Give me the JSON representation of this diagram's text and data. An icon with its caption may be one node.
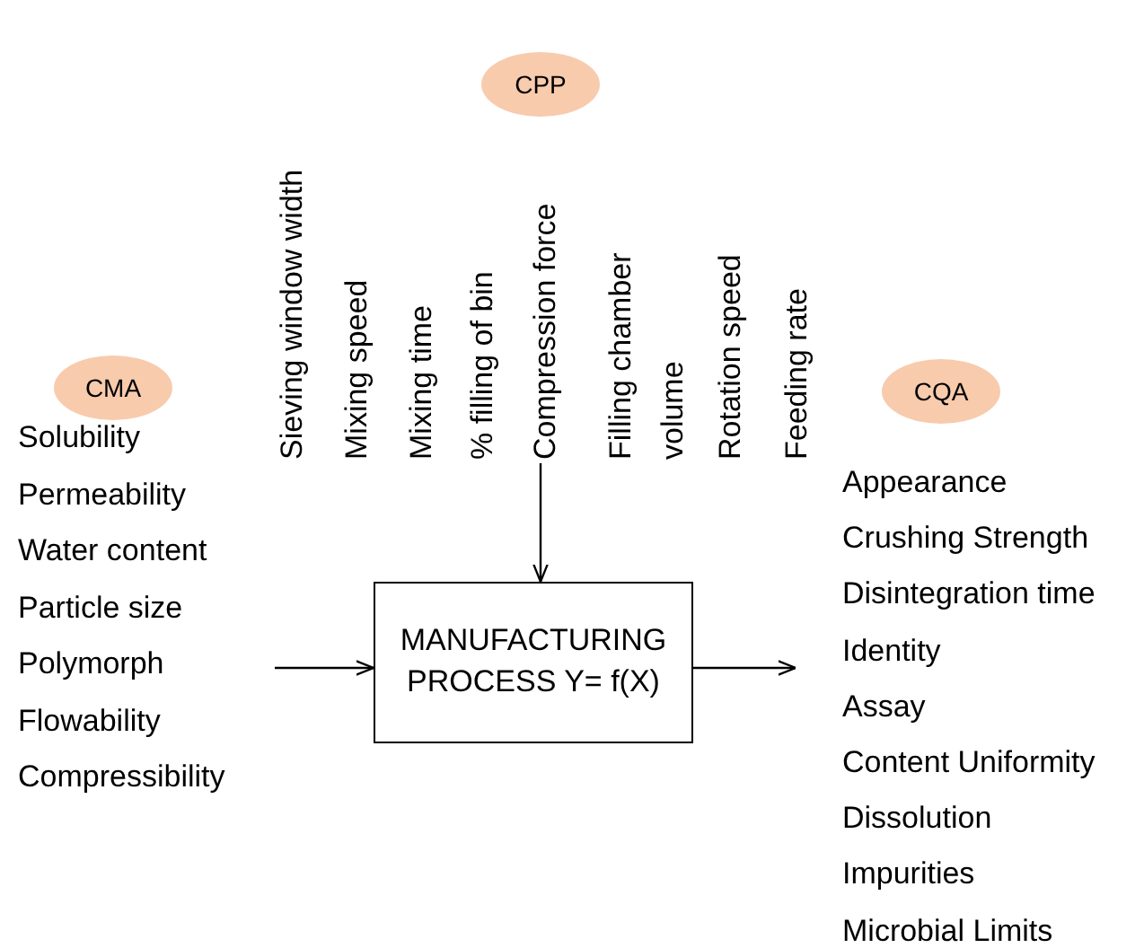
{
  "diagram": {
    "nodes": [
      {
        "text": [
          "CPP"
        ],
        "beside": [
          "Sieving window width",
          "Mixing speed",
          "Mixing time",
          "% filling of bin",
          "Compression force",
          "Filling chamber volume",
          "Rotation speed",
          "Feeding rate"
        ]
      },
      {
        "text": [
          "CMA"
        ],
        "beside": [
          "Solubility",
          "Permeability",
          "Water content",
          "Particle size",
          "Polymorph",
          "Flowability",
          "Compressibility"
        ]
      },
      {
        "text": [
          "CQA"
        ],
        "beside": [
          "Appearance",
          "Crushing Strength",
          "Disintegration time",
          "Identity",
          "Assay",
          "Content Uniformity",
          "Dissolution",
          "Impurities",
          "Microbial Limits"
        ]
      },
      {
        "text": [
          "MANUFACTURING PROCESS Y= f(X)"
        ]
      }
    ],
    "edges": [
      {
        "from": null,
        "to": 3,
        "arrow": "to"
      },
      {
        "from": 0,
        "to": 3,
        "arrow": "to"
      },
      {
        "from": 3,
        "to": null,
        "arrow": "to"
      }
    ]
  }
}
